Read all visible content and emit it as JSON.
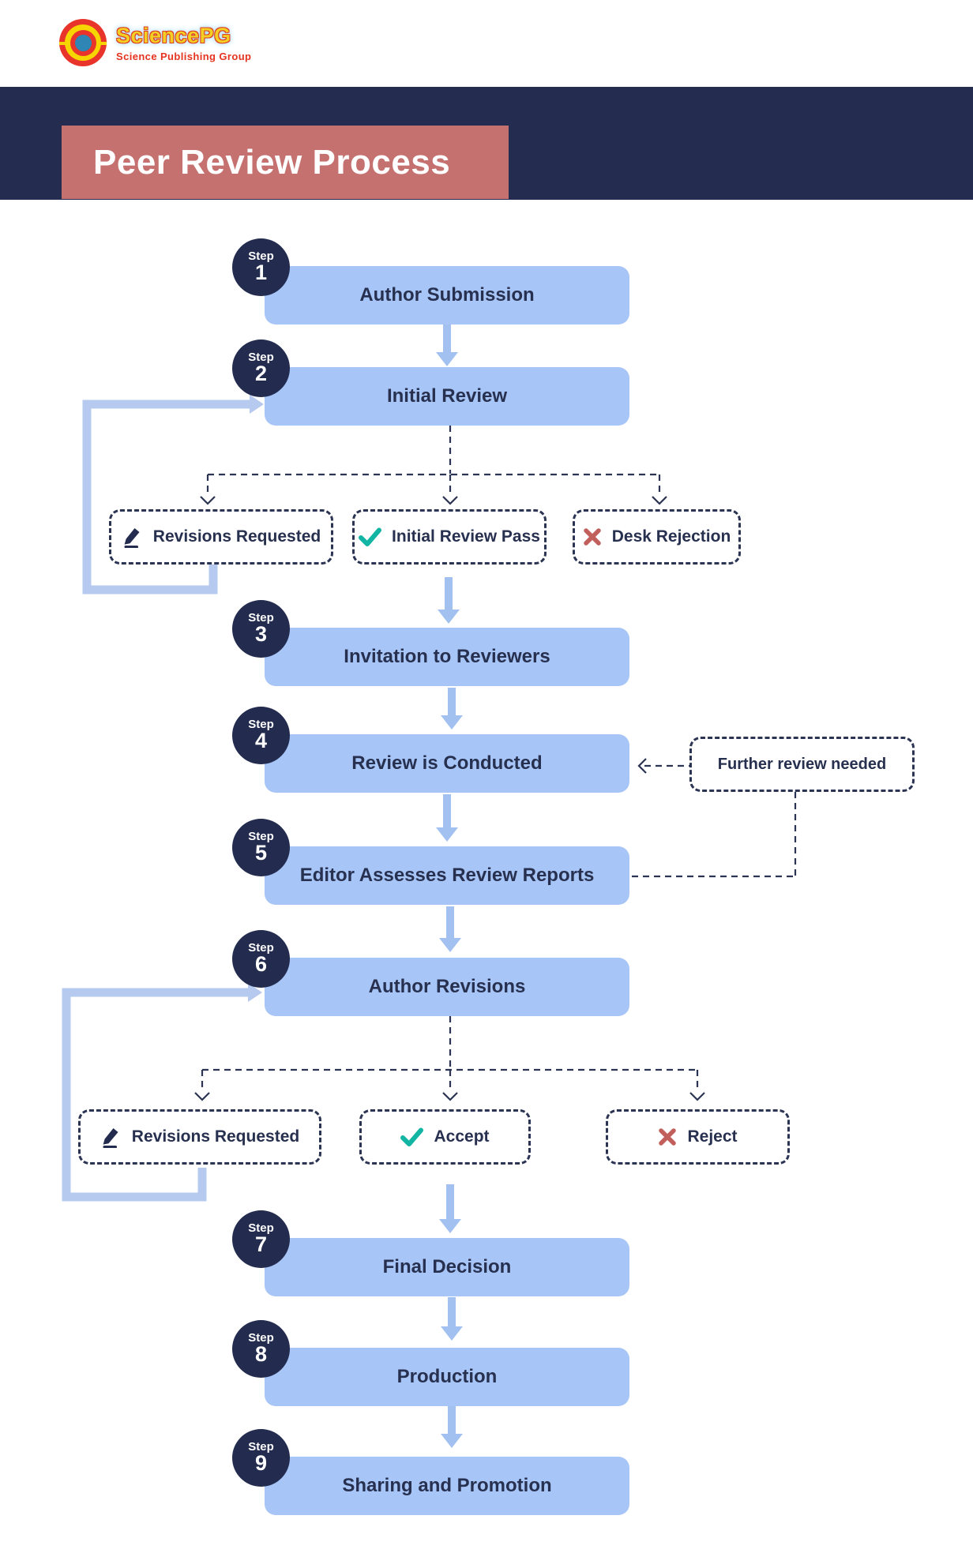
{
  "logo": {
    "name": "SciencePG",
    "tagline": "Science Publishing Group"
  },
  "header": {
    "title": "Peer Review Process"
  },
  "badge_word": "Step",
  "steps": [
    {
      "num": "1",
      "label": "Author Submission"
    },
    {
      "num": "2",
      "label": "Initial Review"
    },
    {
      "num": "3",
      "label": "Invitation to Reviewers"
    },
    {
      "num": "4",
      "label": "Review is Conducted"
    },
    {
      "num": "5",
      "label": "Editor Assesses Review Reports"
    },
    {
      "num": "6",
      "label": "Author Revisions"
    },
    {
      "num": "7",
      "label": "Final Decision"
    },
    {
      "num": "8",
      "label": "Production"
    },
    {
      "num": "9",
      "label": "Sharing and Promotion"
    }
  ],
  "branches": {
    "row1": [
      {
        "icon": "edit-pencil",
        "label": "Revisions Requested"
      },
      {
        "icon": "check",
        "label": "Initial Review Pass"
      },
      {
        "icon": "cross",
        "label": "Desk Rejection"
      }
    ],
    "row2": [
      {
        "icon": "edit-pencil",
        "label": "Revisions Requested"
      },
      {
        "icon": "check",
        "label": "Accept"
      },
      {
        "icon": "cross",
        "label": "Reject"
      }
    ]
  },
  "side_note": {
    "label": "Further review needed"
  },
  "colors": {
    "navy": "#232c4e",
    "band_navy": "#242d4f",
    "box_blue": "#a7c5f7",
    "arrow_blue": "#a2c1f0",
    "loop_blue": "#b6c9ef",
    "rose_title": "#c47170",
    "check_teal": "#12b5a3",
    "cross_red": "#c15f5c",
    "dash_navy": "#2b3452"
  }
}
